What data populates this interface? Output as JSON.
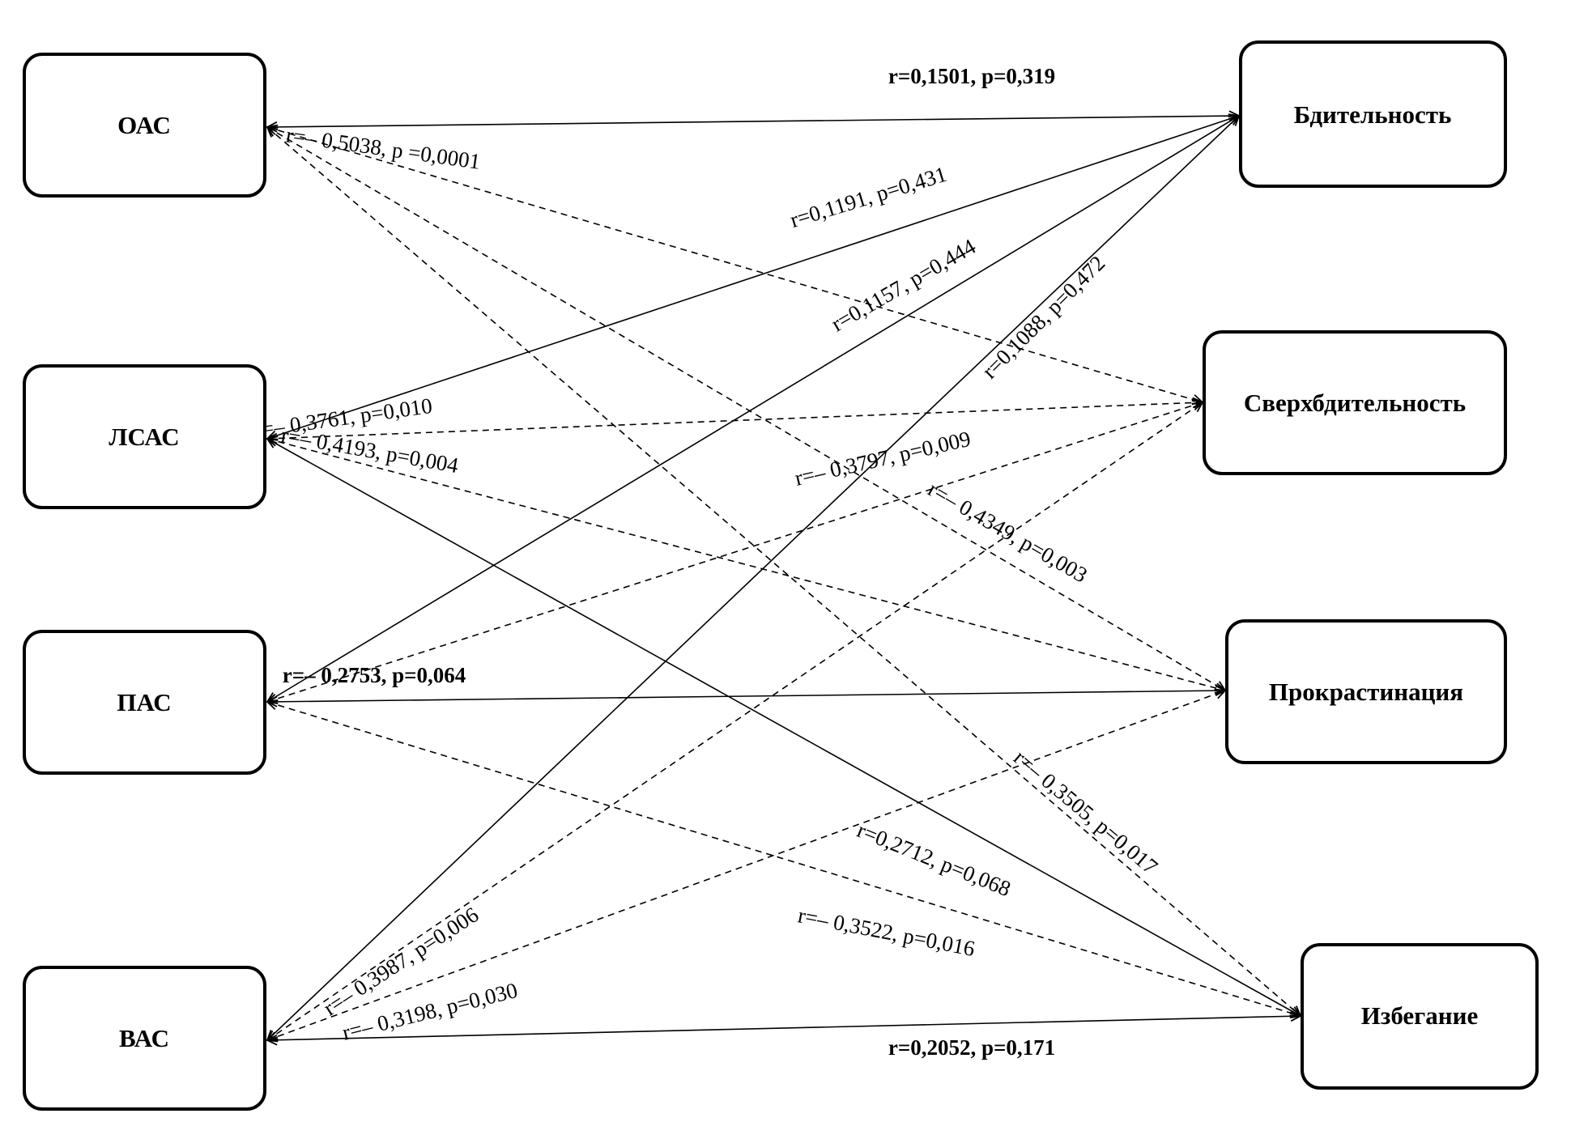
{
  "nodes": {
    "oas": "ОАС",
    "lsas": "ЛСАС",
    "pas": "ПАС",
    "vas": "ВАС",
    "vigilance": "Бдительность",
    "hypervigilance": "Сверхбдительность",
    "procrastination": "Прокрастинация",
    "avoidance": "Избегание"
  },
  "edges": [
    {
      "id": "oas-vigilance",
      "from": "oas",
      "to": "vigilance",
      "style": "solid",
      "label": "r=0,1501, p=0,319"
    },
    {
      "id": "oas-hypervigilance",
      "from": "oas",
      "to": "hypervigilance",
      "style": "dashed",
      "label": "r=– 0,5038, p =0,0001"
    },
    {
      "id": "oas-procrastination",
      "from": "oas",
      "to": "procrastination",
      "style": "dashed",
      "label": "r=– 0,4349, p=0,003"
    },
    {
      "id": "oas-avoidance",
      "from": "oas",
      "to": "avoidance",
      "style": "dashed",
      "label": "r=– 0,3505, p=0,017"
    },
    {
      "id": "lsas-vigilance",
      "from": "lsas",
      "to": "vigilance",
      "style": "solid",
      "label": "r=0,1191, p=0,431"
    },
    {
      "id": "lsas-hypervigilance",
      "from": "lsas",
      "to": "hypervigilance",
      "style": "dashed",
      "label": "r=– 0,3761, p=0,010"
    },
    {
      "id": "lsas-procrastination",
      "from": "lsas",
      "to": "procrastination",
      "style": "dashed",
      "label": "r=– 0,4193, p=0,004"
    },
    {
      "id": "lsas-avoidance",
      "from": "lsas",
      "to": "avoidance",
      "style": "solid",
      "label": "r=0,2712, p=0,068"
    },
    {
      "id": "pas-vigilance",
      "from": "pas",
      "to": "vigilance",
      "style": "solid",
      "label": "r=0,1157, p=0,444"
    },
    {
      "id": "pas-hypervigilance",
      "from": "pas",
      "to": "hypervigilance",
      "style": "dashed",
      "label": "r=– 0,3797, p=0,009"
    },
    {
      "id": "pas-procrastination",
      "from": "pas",
      "to": "procrastination",
      "style": "solid",
      "label": "r=– 0,2753, p=0,064"
    },
    {
      "id": "pas-avoidance",
      "from": "pas",
      "to": "avoidance",
      "style": "dashed",
      "label": "r=– 0,3522, p=0,016"
    },
    {
      "id": "vas-vigilance",
      "from": "vas",
      "to": "vigilance",
      "style": "solid",
      "label": "r=0,1088, p=0,472"
    },
    {
      "id": "vas-hypervigilance",
      "from": "vas",
      "to": "hypervigilance",
      "style": "dashed",
      "label": "r=– 0,3987, p=0,006"
    },
    {
      "id": "vas-procrastination",
      "from": "vas",
      "to": "procrastination",
      "style": "dashed",
      "label": "r=– 0,3198, p=0,030"
    },
    {
      "id": "vas-avoidance",
      "from": "vas",
      "to": "avoidance",
      "style": "solid",
      "label": "r=0,2052, p=0,171"
    }
  ]
}
